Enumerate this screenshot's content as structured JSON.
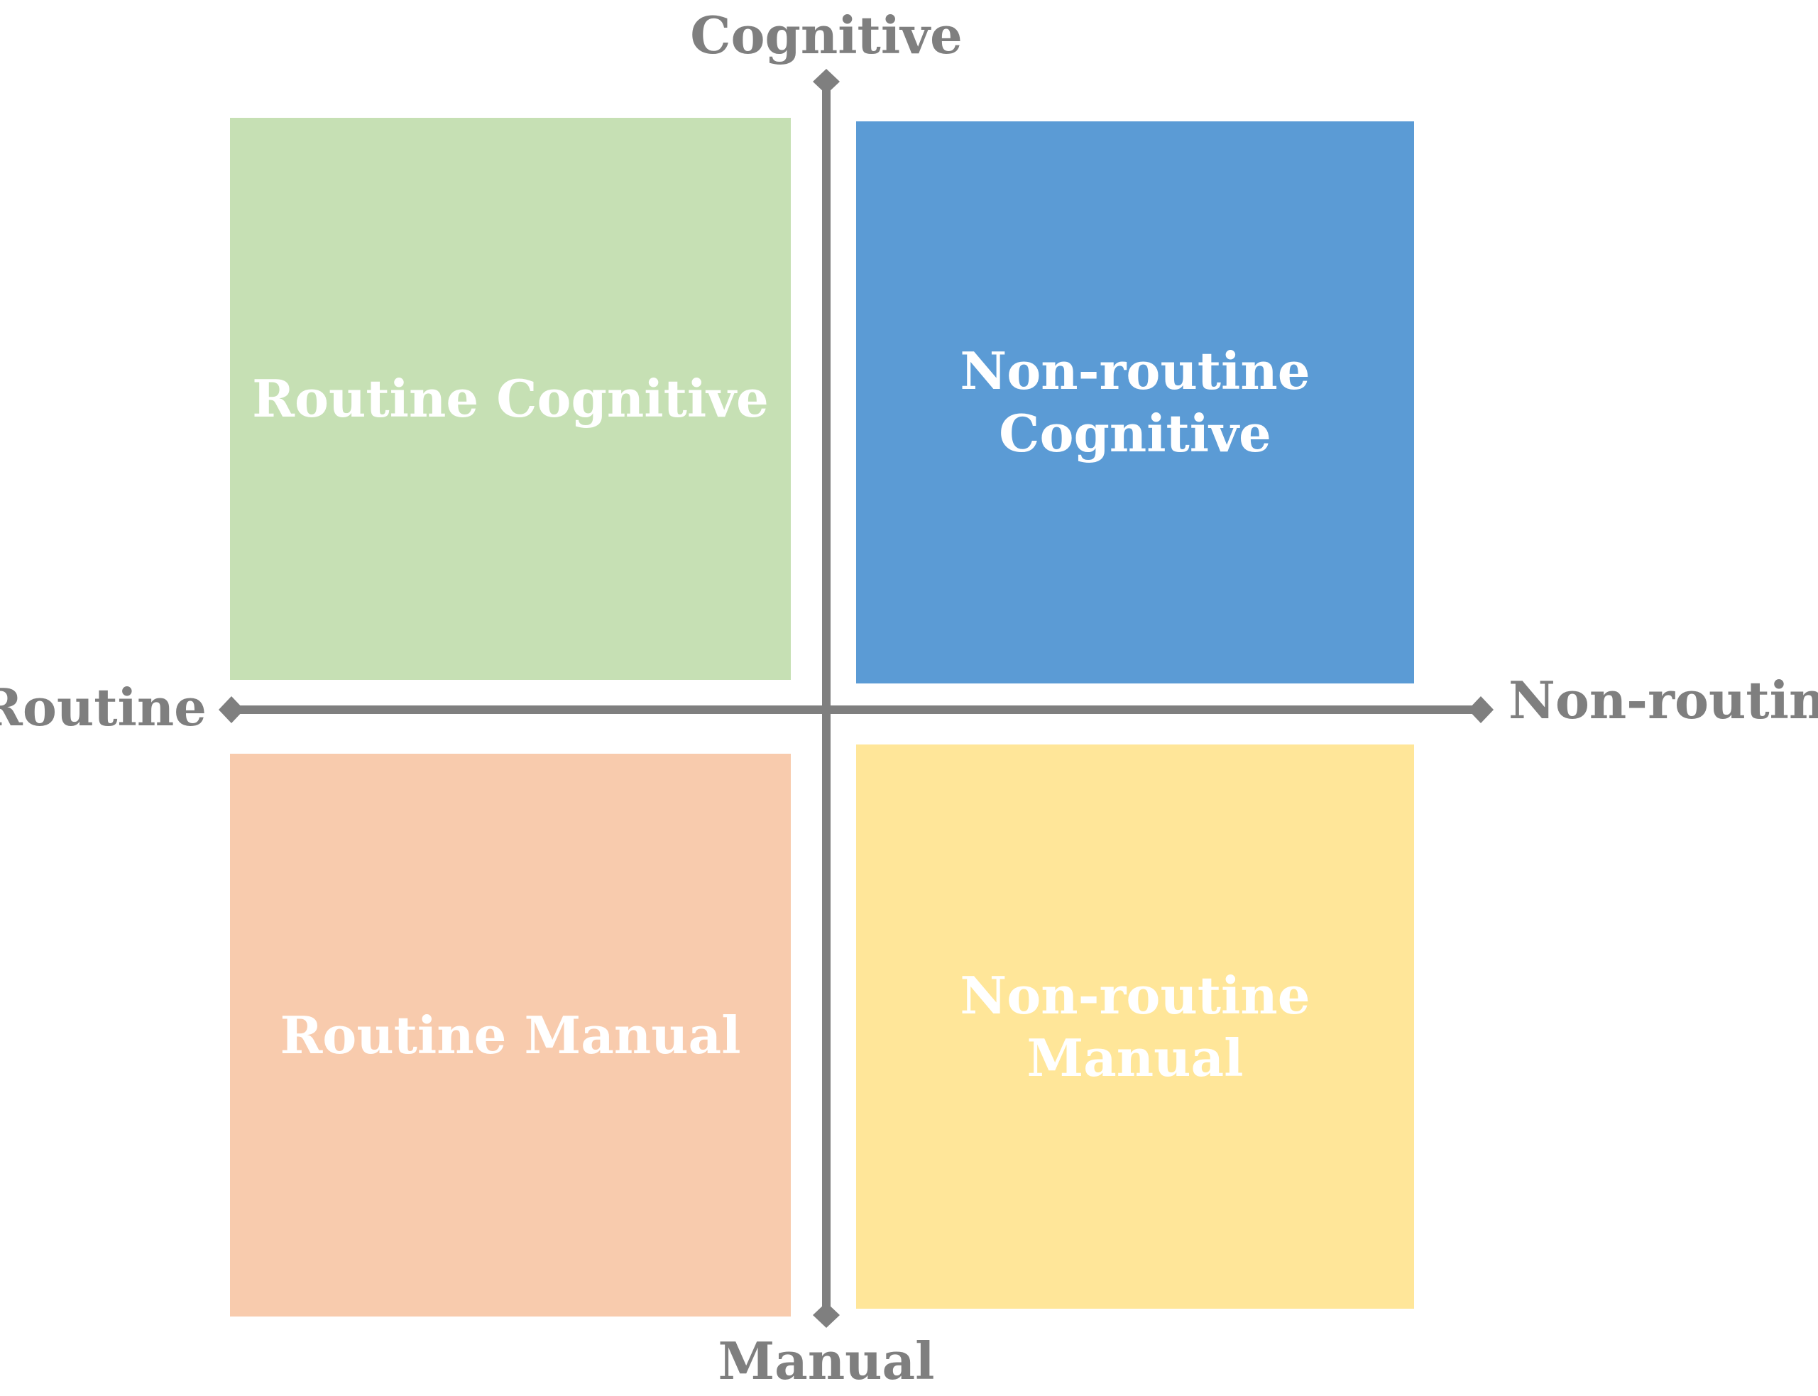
{
  "axes": {
    "top": "Cognitive",
    "bottom": "Manual",
    "left": "Routine",
    "right": "Non-routine",
    "color": "#7f7f7f"
  },
  "quadrants": {
    "top_left": {
      "label": "Routine Cognitive",
      "color": "#c6e0b4"
    },
    "top_right": {
      "label": "Non-routine\nCognitive",
      "color": "#5b9bd5"
    },
    "bottom_left": {
      "label": "Routine Manual",
      "color": "#f8cbad"
    },
    "bottom_right": {
      "label": "Non-routine\nManual",
      "color": "#ffe699"
    }
  }
}
